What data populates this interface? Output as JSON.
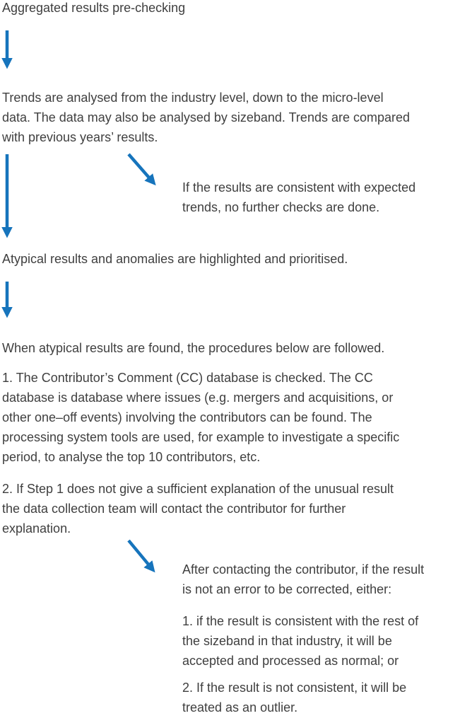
{
  "flowchart": {
    "title": "Aggregated results pre-checking",
    "main_steps": [
      {
        "id": "trends",
        "text": "Trends are analysed from the industry level, down to the micro-level\ndata. The data may also be analysed by sizeband. Trends are compared\nwith previous years’ results."
      },
      {
        "id": "atypical",
        "text": "Atypical results and anomalies are highlighted and prioritised."
      },
      {
        "id": "procedures",
        "text": "When atypical results are found, the procedures below are followed."
      },
      {
        "id": "step1",
        "text": "1. The Contributor’s Comment (CC) database is checked. The CC\ndatabase is database where issues (e.g. mergers and acquisitions, or\nother one–off events) involving the contributors can be found. The\nprocessing system tools are used, for example to investigate a specific\nperiod, to analyse the top 10 contributors, etc."
      },
      {
        "id": "step2",
        "text": "2. If Step 1 does not give a sufficient explanation of the unusual result\nthe data collection team will contact the contributor for further\nexplanation."
      }
    ],
    "branches": [
      {
        "id": "consistent",
        "text": "If the results are consistent with expected\ntrends, no further checks are done."
      },
      {
        "id": "after_contact",
        "text": "After contacting the contributor, if the result\nis not an error to be corrected, either:"
      },
      {
        "id": "outcome1",
        "text": "1. if the result is consistent with the rest of\nthe sizeband in that industry, it will be\naccepted and processed as normal; or"
      },
      {
        "id": "outcome2",
        "text": "2. If the result is not consistent, it will be\ntreated as an outlier."
      }
    ]
  },
  "colors": {
    "arrow_blue": "#1674bc",
    "text_gray": "#3f3f3f"
  }
}
